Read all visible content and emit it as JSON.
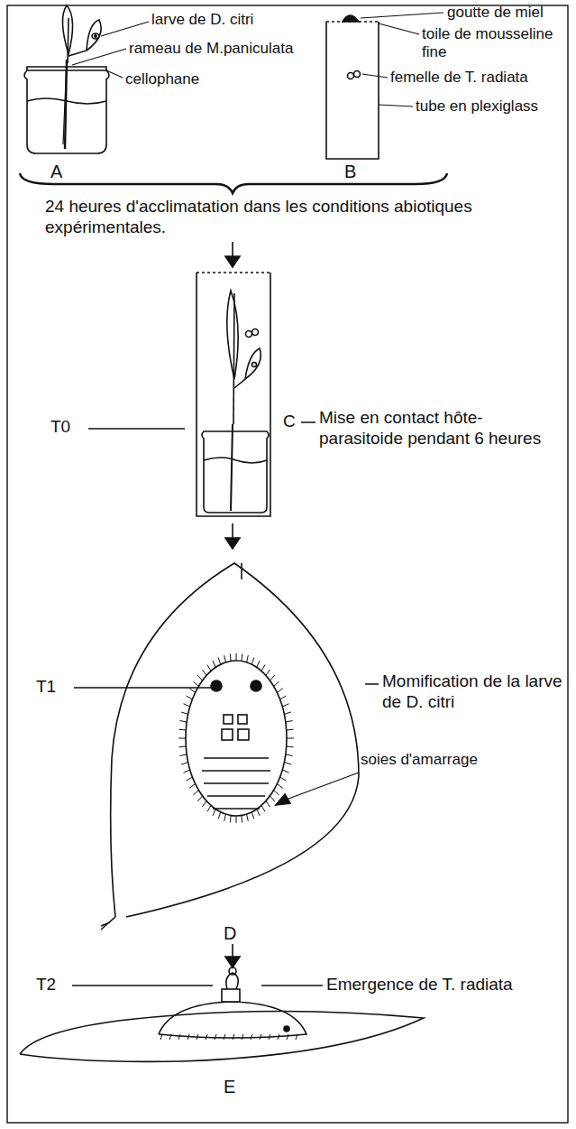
{
  "diagram": {
    "labels": [
      "larve de D. citri",
      "rameau de M.paniculata",
      "cellophane",
      "goutte de miel",
      "toile de mousseline fine",
      "femelle de T. radiata",
      "tube en plexiglass",
      "A",
      "B",
      "24 heures d'acclimatation dans les conditions abiotiques expérimentales.",
      "T0",
      "C",
      "Mise en contact hôte-parasitoide pendant 6 heures",
      "T1",
      "Momification de la larve de D. citri",
      "soies d'amarrage",
      "D",
      "T2",
      "Emergence de T. radiata",
      "E"
    ]
  }
}
